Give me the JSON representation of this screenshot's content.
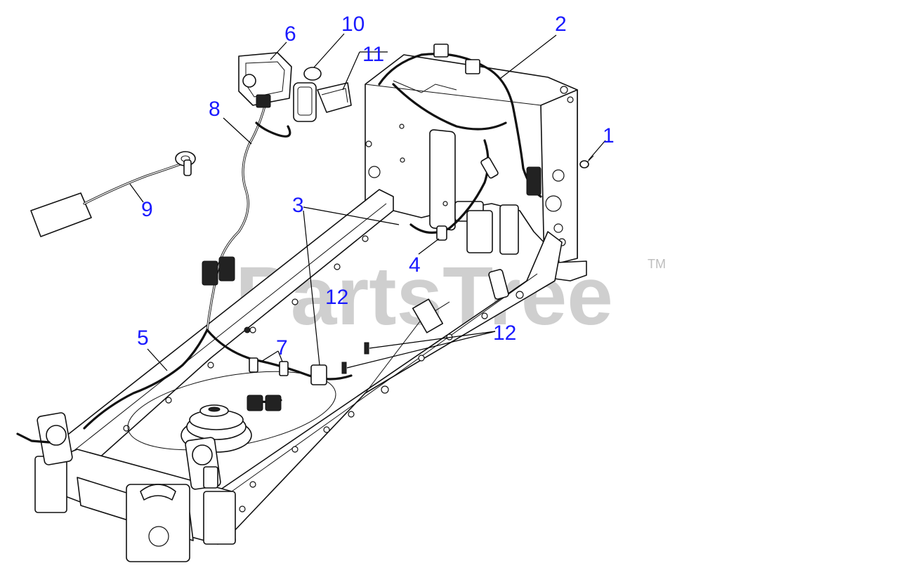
{
  "watermark": {
    "brand": "PartsTree",
    "trademark": "TM"
  },
  "callouts": [
    {
      "id": "1",
      "label": "1"
    },
    {
      "id": "2",
      "label": "2"
    },
    {
      "id": "3",
      "label": "3"
    },
    {
      "id": "4",
      "label": "4"
    },
    {
      "id": "5",
      "label": "5"
    },
    {
      "id": "6",
      "label": "6"
    },
    {
      "id": "7",
      "label": "7"
    },
    {
      "id": "8",
      "label": "8"
    },
    {
      "id": "9",
      "label": "9"
    },
    {
      "id": "10",
      "label": "10"
    },
    {
      "id": "11",
      "label": "11"
    },
    {
      "id": "12a",
      "label": "12"
    },
    {
      "id": "12b",
      "label": "12"
    }
  ],
  "colors": {
    "callout": "#1a1aff",
    "linework": "#111111",
    "watermark": "#cfcfcf"
  }
}
